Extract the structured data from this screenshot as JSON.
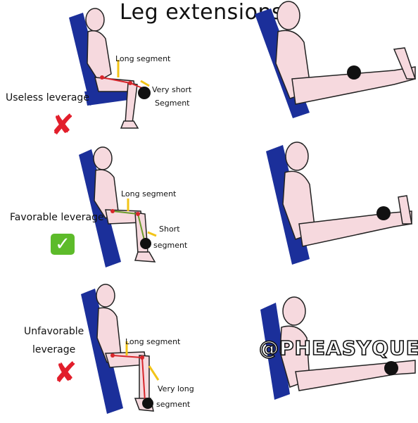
{
  "title": "Leg extensions",
  "rows": [
    {
      "label": "Useless leverage",
      "verdict": "cross",
      "upper_annotation": "Long segment",
      "lower_annotation_line1": "Very short",
      "lower_annotation_line2": "Segment"
    },
    {
      "label": "Favorable leverage",
      "verdict": "check",
      "upper_annotation": "Long segment",
      "lower_annotation_line1": "Short",
      "lower_annotation_line2": "segment"
    },
    {
      "label_line1": "Unfavorable",
      "label_line2": "leverage",
      "verdict": "cross",
      "upper_annotation": "Long segment",
      "lower_annotation_line1": "Very long",
      "lower_annotation_line2": "segment"
    }
  ],
  "watermark": "@PHEASYQUE",
  "colors": {
    "seat": "#1b2f9a",
    "skin": "#f6d9de",
    "outline": "#222222",
    "limb_marker": "#d8262b",
    "annotation_marker": "#f2c418",
    "roller": "#111111",
    "cross": "#e21e2b",
    "check": "#5dbb2a"
  }
}
